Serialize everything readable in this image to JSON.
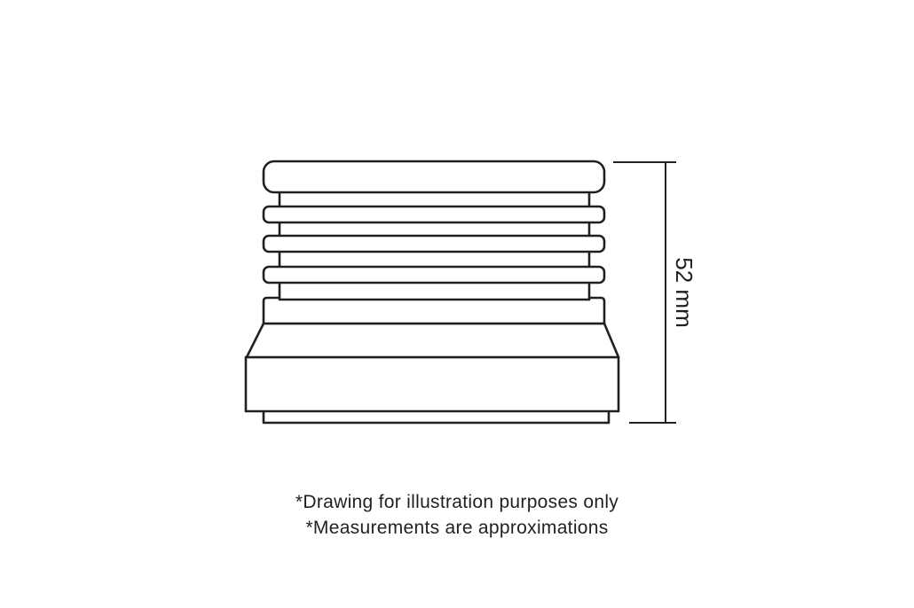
{
  "dimension": {
    "label": "52 mm"
  },
  "notes": {
    "line1": "*Drawing for illustration purposes only",
    "line2": "*Measurements are approximations"
  },
  "colors": {
    "stroke": "#231f20",
    "background": "#ffffff"
  }
}
